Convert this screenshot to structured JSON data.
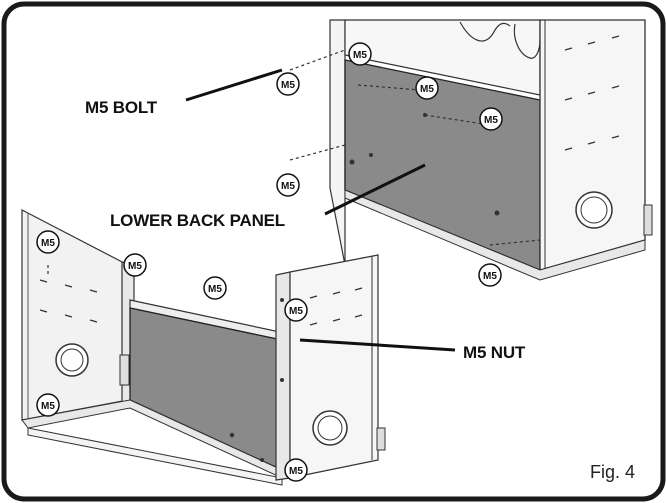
{
  "labels": {
    "bolt": "M5 BOLT",
    "panel": "LOWER BACK PANEL",
    "nut": "M5 NUT",
    "figure": "Fig. 4"
  },
  "fastener_tag": "M5",
  "colors": {
    "frame": "#1a1a1a",
    "panel_fill": "#8a8a8a",
    "sheet_fill": "#f4f4f4",
    "line": "#333333"
  }
}
